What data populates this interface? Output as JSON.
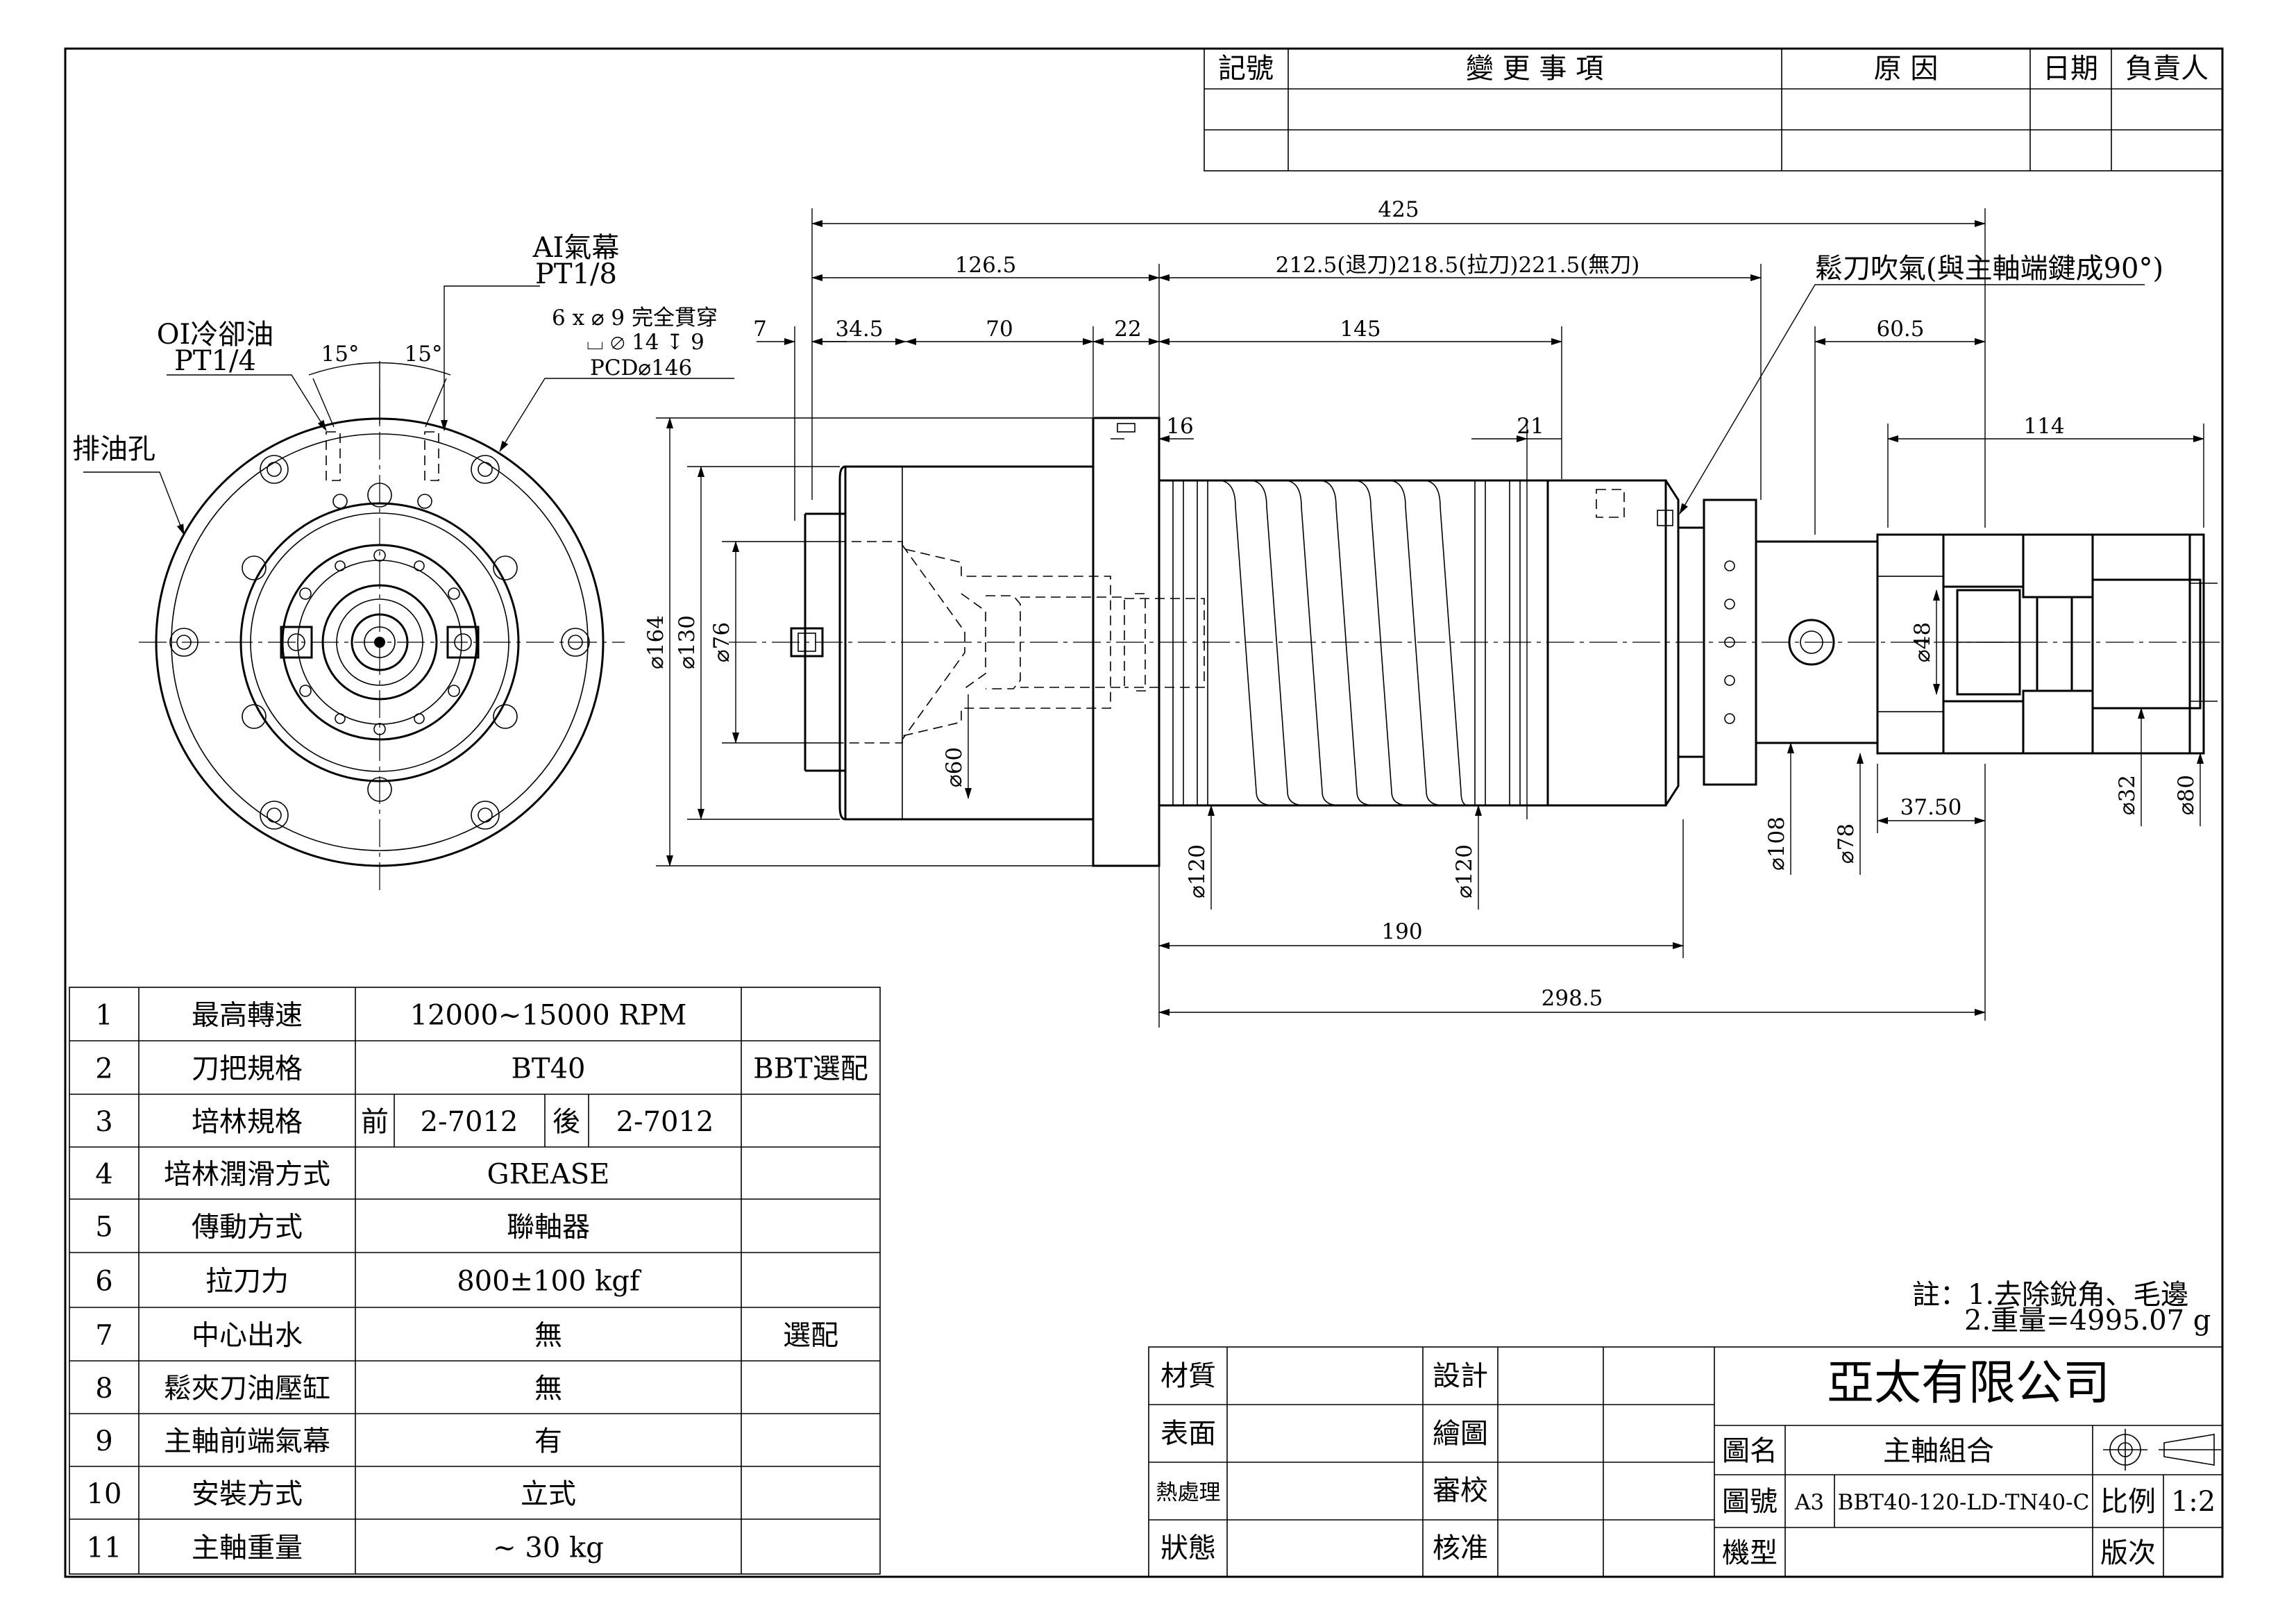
{
  "revision_table": {
    "headers": [
      "記號",
      "變 更 事 項",
      "原 因",
      "日期",
      "負責人"
    ]
  },
  "front_view": {
    "labels": {
      "ai_air_curtain": "AI氣幕",
      "ai_thread": "PT1/8",
      "oi_coolant": "OI冷卻油",
      "oi_thread": "PT1/4",
      "drain_hole": "排油孔",
      "angle_left": "15°",
      "angle_right": "15°",
      "holes_line1": "6 x ⌀ 9 完全貫穿",
      "holes_line2": "⌴ ⌀ 14 ↧ 9",
      "pcd": "PCD⌀146"
    }
  },
  "side_view": {
    "dims": {
      "total": "425",
      "d126": "126.5",
      "d212": "212.5(退刀)218.5(拉刀)221.5(無刀)",
      "d7": "7",
      "d34": "34.5",
      "d70": "70",
      "d22": "22",
      "d145": "145",
      "d16": "16",
      "d21": "21",
      "d60_5": "60.5",
      "d114": "114",
      "d190": "190",
      "d298": "298.5",
      "d37": "37.50",
      "dia164": "⌀164",
      "dia130": "⌀130",
      "dia76": "⌀76",
      "dia60": "⌀60",
      "dia120a": "⌀120",
      "dia120b": "⌀120",
      "dia108": "⌀108",
      "dia78": "⌀78",
      "dia48": "⌀48",
      "dia32": "⌀32",
      "dia80": "⌀80"
    },
    "release_air": "鬆刀吹氣(與主軸端鍵成90°)"
  },
  "spec_table": [
    {
      "no": "1",
      "item": "最高轉速",
      "value": "12000~15000 RPM",
      "note": ""
    },
    {
      "no": "2",
      "item": "刀把規格",
      "value": "BT40",
      "note": "BBT選配"
    },
    {
      "no": "3",
      "item": "培林規格",
      "front_label": "前",
      "front": "2-7012",
      "rear_label": "後",
      "rear": "2-7012",
      "note": ""
    },
    {
      "no": "4",
      "item": "培林潤滑方式",
      "value": "GREASE",
      "note": ""
    },
    {
      "no": "5",
      "item": "傳動方式",
      "value": "聯軸器",
      "note": ""
    },
    {
      "no": "6",
      "item": "拉刀力",
      "value": "800±100 kgf",
      "note": ""
    },
    {
      "no": "7",
      "item": "中心出水",
      "value": "無",
      "note": "選配"
    },
    {
      "no": "8",
      "item": "鬆夾刀油壓缸",
      "value": "無",
      "note": ""
    },
    {
      "no": "9",
      "item": "主軸前端氣幕",
      "value": "有",
      "note": ""
    },
    {
      "no": "10",
      "item": "安裝方式",
      "value": "立式",
      "note": ""
    },
    {
      "no": "11",
      "item": "主軸重量",
      "value": "~ 30 kg",
      "note": ""
    }
  ],
  "notes": {
    "line1": "註：1.去除銳角、毛邊",
    "line2": "2.重量=4995.07 g"
  },
  "title_block": {
    "material": "材質",
    "surface": "表面",
    "heat": "熱處理",
    "state": "狀態",
    "design": "設計",
    "drawn": "繪圖",
    "check": "審校",
    "approve": "核准",
    "company": "亞太有限公司",
    "name_label": "圖名",
    "name": "主軸組合",
    "number_label": "圖號",
    "size": "A3",
    "number": "BBT40-120-LD-TN40-C",
    "scale_label": "比例",
    "scale": "1:2",
    "model_label": "機型",
    "version_label": "版次"
  }
}
